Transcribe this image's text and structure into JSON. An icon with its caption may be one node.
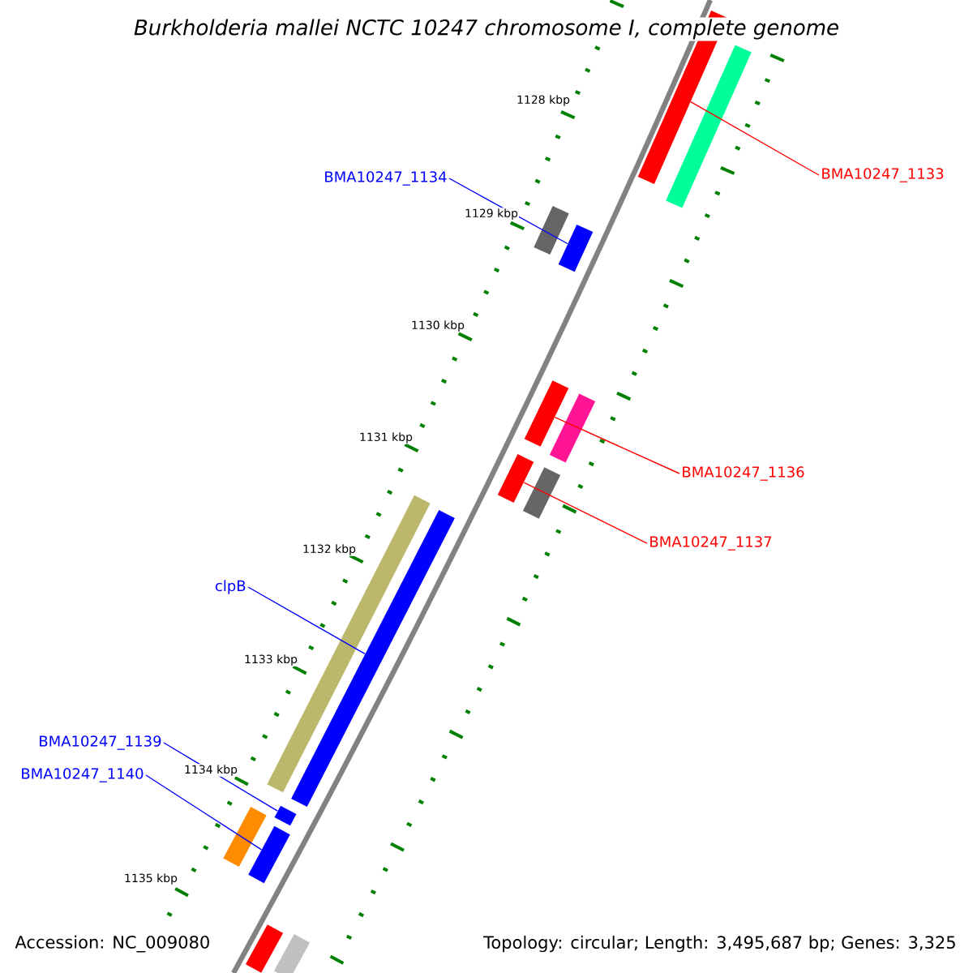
{
  "diagram": {
    "title": "Burkholderia mallei NCTC 10247 chromosome I, complete genome",
    "nodes": [
      {
        "text": [],
        "shape": "bar"
      },
      {
        "text": [],
        "shape": "bar"
      },
      {
        "text": [],
        "shape": "bar"
      },
      {
        "text": [],
        "shape": "bar"
      },
      {
        "text": [],
        "shape": "bar"
      },
      {
        "text": [],
        "shape": "bar"
      },
      {
        "text": [],
        "shape": "bar"
      },
      {
        "text": [],
        "shape": "bar"
      },
      {
        "text": [],
        "shape": "bar"
      },
      {
        "text": [],
        "shape": "bar"
      },
      {
        "text": [],
        "shape": "bar"
      },
      {
        "text": [],
        "shape": "bar"
      },
      {
        "text": [],
        "shape": "bar"
      },
      {
        "text": [],
        "shape": "bar"
      },
      {
        "text": [],
        "shape": "bar"
      },
      {
        "text": [
          "BMA10247_1133"
        ]
      },
      {
        "text": [
          "BMA10247_1134"
        ]
      },
      {
        "text": [
          "BMA10247_1136"
        ]
      },
      {
        "text": [
          "BMA10247_1137"
        ]
      },
      {
        "text": [
          "clpB"
        ]
      },
      {
        "text": [
          "BMA10247_1139"
        ]
      },
      {
        "text": [
          "BMA10247_1140"
        ]
      }
    ],
    "edges": [
      {
        "from": 15,
        "to": 0,
        "arrow": "none",
        "color": "#ff0000"
      },
      {
        "from": 16,
        "to": 3,
        "arrow": "none",
        "color": "#0000ff"
      },
      {
        "from": 17,
        "to": 4,
        "arrow": "none",
        "color": "#ff0000"
      },
      {
        "from": 18,
        "to": 6,
        "arrow": "none",
        "color": "#ff0000"
      },
      {
        "from": 19,
        "to": 9,
        "arrow": "none",
        "color": "#0000ff"
      },
      {
        "from": 20,
        "to": 10,
        "arrow": "none",
        "color": "#0000ff"
      },
      {
        "from": 21,
        "to": 12,
        "arrow": "none",
        "color": "#0000ff"
      }
    ],
    "labels": [
      "1128 kbp",
      "1129 kbp",
      "1130 kbp",
      "1131 kbp",
      "1132 kbp",
      "1133 kbp",
      "1134 kbp",
      "1135 kbp",
      "Accession: NC_009080",
      "Topology: circular; Length: 3,495,687 bp; Genes: 3,325"
    ]
  }
}
